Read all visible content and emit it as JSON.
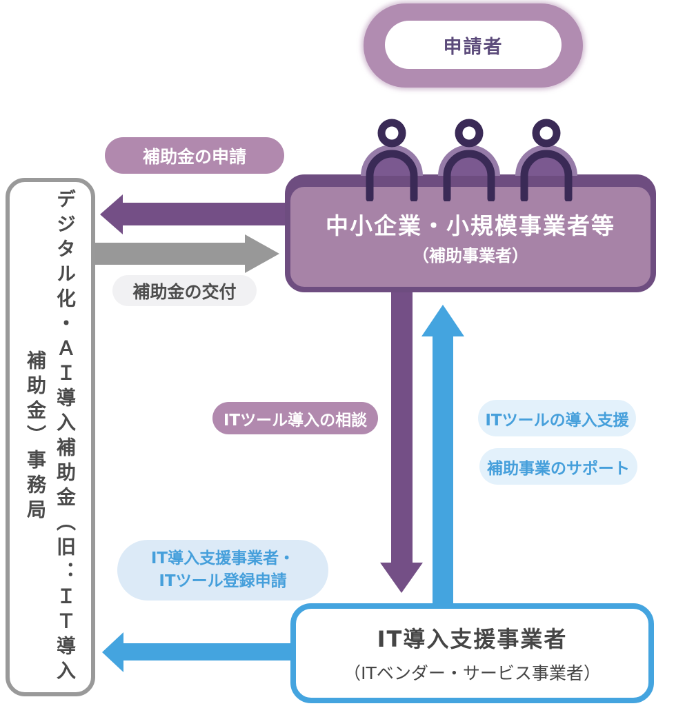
{
  "applicant": {
    "label": "申請者"
  },
  "sme_box": {
    "title": "中小企業・小規模事業者等",
    "subtitle": "（補助事業者）"
  },
  "office_box": {
    "column1": "デジタル化・ＡＩ導入補助金",
    "column2": "（旧：ＩＴ導入補助金）事務局"
  },
  "vendor_box": {
    "title": "IT導入支援事業者",
    "subtitle": "（ITベンダー・サービス事業者）"
  },
  "labels": {
    "subsidy_application": "補助金の申請",
    "subsidy_grant": "補助金の交付",
    "it_tool_consultation": "ITツール導入の相談",
    "it_tool_support": "ITツールの導入支援",
    "project_support": "補助事業のサポート",
    "registration_line1": "IT導入支援事業者・",
    "registration_line2": "ITツール登録申請"
  },
  "colors": {
    "mauve_pill": "#B189AE",
    "sme_fill": "#A783A7",
    "sme_border": "#6E4D80",
    "person_dark": "#3A2A56",
    "person_light": "#967BA8",
    "person_mid": "#7B5990",
    "purple_arrow": "#744F86",
    "gray_arrow": "#989898",
    "blue": "#44A4DF",
    "light_blue_pill": "#DCEAF7",
    "blue_text": "#459FDB",
    "gray_border": "#999999"
  }
}
